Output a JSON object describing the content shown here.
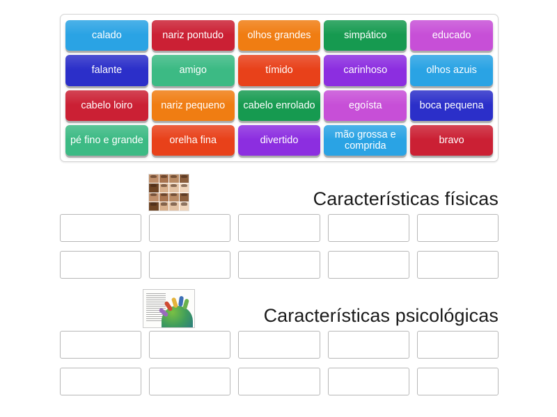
{
  "activity": {
    "type": "group-sort",
    "language": "pt"
  },
  "tray": {
    "tiles": [
      {
        "label": "calado",
        "color": "#2aa3e4"
      },
      {
        "label": "nariz pontudo",
        "color": "#cb2034"
      },
      {
        "label": "olhos grandes",
        "color": "#f07d12"
      },
      {
        "label": "simpático",
        "color": "#169a50"
      },
      {
        "label": "educado",
        "color": "#c74fd7"
      },
      {
        "label": "falante",
        "color": "#2b2fc9"
      },
      {
        "label": "amigo",
        "color": "#3cba84"
      },
      {
        "label": "tímido",
        "color": "#e8411a"
      },
      {
        "label": "carinhoso",
        "color": "#8c2ee0"
      },
      {
        "label": "olhos azuis",
        "color": "#2aa3e4"
      },
      {
        "label": "cabelo loiro",
        "color": "#cb2034"
      },
      {
        "label": "nariz pequeno",
        "color": "#f07d12"
      },
      {
        "label": "cabelo enrolado",
        "color": "#169a50"
      },
      {
        "label": "egoísta",
        "color": "#c74fd7"
      },
      {
        "label": "boca pequena",
        "color": "#2b2fc9"
      },
      {
        "label": "pé fino e grande",
        "color": "#3cba84"
      },
      {
        "label": "orelha fina",
        "color": "#e8411a"
      },
      {
        "label": "divertido",
        "color": "#8c2ee0"
      },
      {
        "label": "mão grossa e comprida",
        "color": "#2aa3e4"
      },
      {
        "label": "bravo",
        "color": "#cb2034"
      }
    ]
  },
  "groups": [
    {
      "title": "Características físicas",
      "thumbnail": "faces-grid-photo",
      "slot_rows": 2,
      "slots_per_row": 5
    },
    {
      "title": "Características psicológicas",
      "thumbnail": "people-on-globe-poster",
      "slot_rows": 2,
      "slots_per_row": 5
    }
  ],
  "theme": {
    "background": "#ffffff",
    "tray_border": "#d4d4d4",
    "slot_border": "#b7b7b7",
    "title_color": "#1a1a1a"
  }
}
